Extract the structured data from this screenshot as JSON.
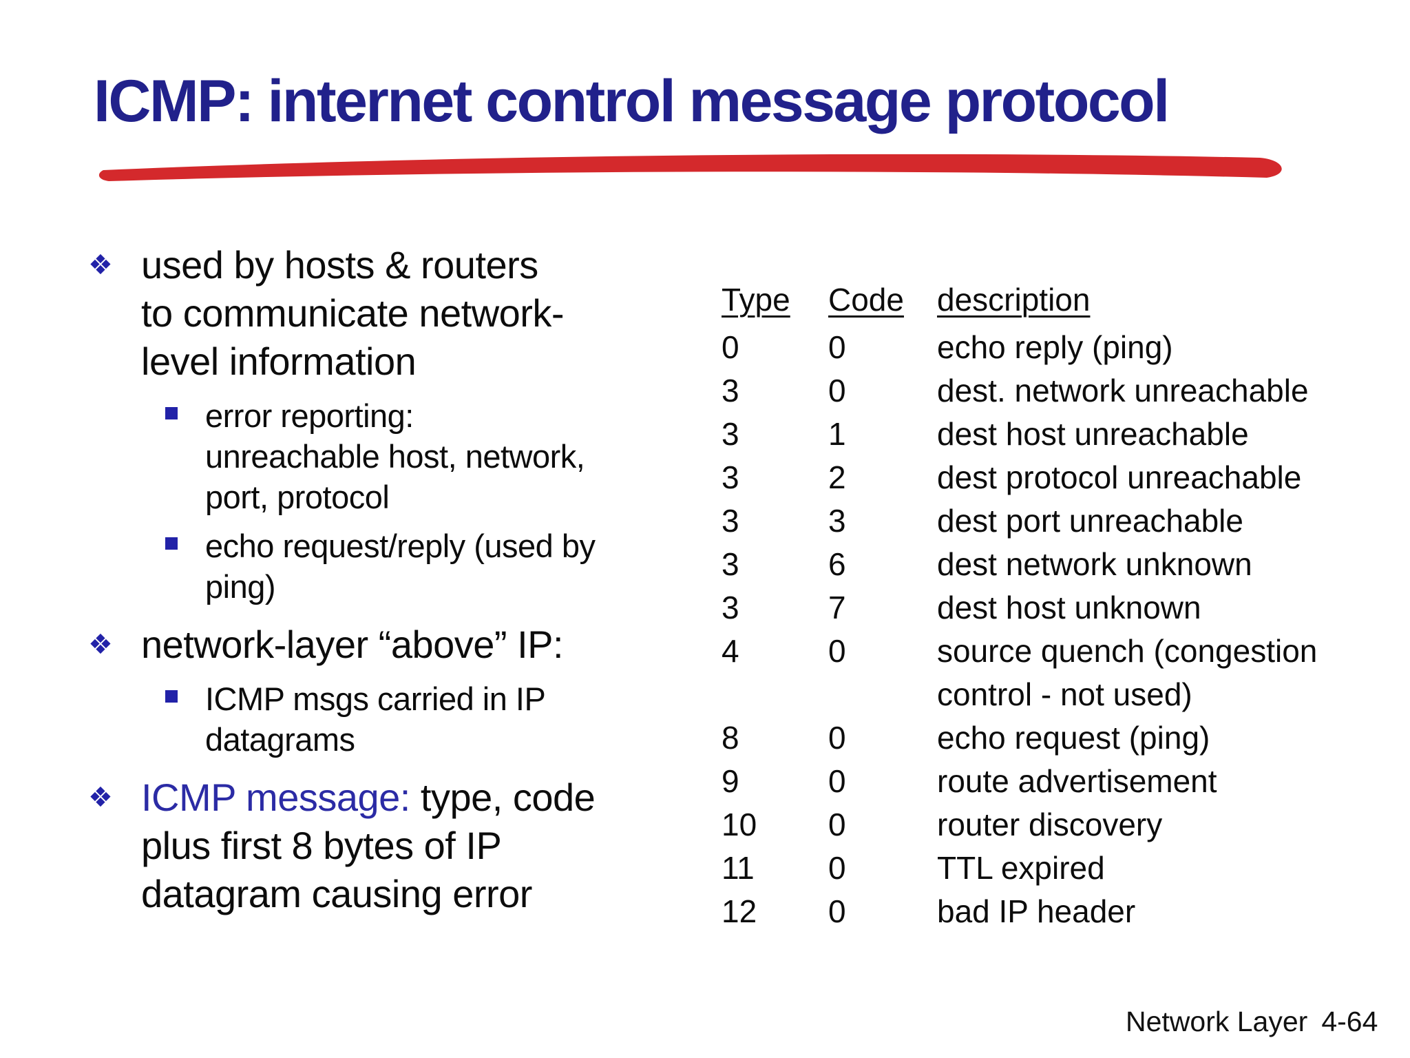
{
  "slide": {
    "title": "ICMP: internet control message protocol",
    "colors": {
      "title_navy": "#21218b",
      "accent_blue": "#2b2ba5",
      "bullet_blue": "#2222a8",
      "underline_red": "#d4292c",
      "body_black": "#0c0c0c"
    },
    "bullet_icons": {
      "level1": "❖",
      "level2": "square"
    },
    "bullets": [
      {
        "level": 1,
        "segments": [
          {
            "text": "used by hosts & routers\nto communicate network-\nlevel information"
          }
        ]
      },
      {
        "level": 2,
        "segments": [
          {
            "text": "error reporting:\nunreachable host, network,\nport, protocol"
          }
        ]
      },
      {
        "level": 2,
        "segments": [
          {
            "text": "echo request/reply (used by\nping)"
          }
        ]
      },
      {
        "level": 1,
        "segments": [
          {
            "text": "network-layer “above” IP:"
          }
        ]
      },
      {
        "level": 2,
        "segments": [
          {
            "text": "ICMP msgs carried in IP\ndatagrams"
          }
        ]
      },
      {
        "level": 1,
        "segments": [
          {
            "text": "ICMP message: ",
            "accent": true
          },
          {
            "text": "type, code\nplus first 8 bytes of IP\ndatagram causing error"
          }
        ]
      }
    ],
    "table": {
      "headers": [
        "Type",
        "Code",
        "description"
      ],
      "rows": [
        [
          "0",
          "0",
          "echo reply (ping)"
        ],
        [
          "3",
          "0",
          "dest. network unreachable"
        ],
        [
          "3",
          "1",
          "dest host unreachable"
        ],
        [
          "3",
          "2",
          "dest protocol unreachable"
        ],
        [
          "3",
          "3",
          "dest port unreachable"
        ],
        [
          "3",
          "6",
          "dest network unknown"
        ],
        [
          "3",
          "7",
          "dest host unknown"
        ],
        [
          "4",
          "0",
          "source quench (congestion\ncontrol - not used)"
        ],
        [
          "8",
          "0",
          "echo request (ping)"
        ],
        [
          "9",
          "0",
          "route advertisement"
        ],
        [
          "10",
          "0",
          "router discovery"
        ],
        [
          "11",
          "0",
          "TTL expired"
        ],
        [
          "12",
          "0",
          "bad IP header"
        ]
      ]
    },
    "footer": {
      "label": "Network Layer",
      "page": "4-64"
    }
  }
}
